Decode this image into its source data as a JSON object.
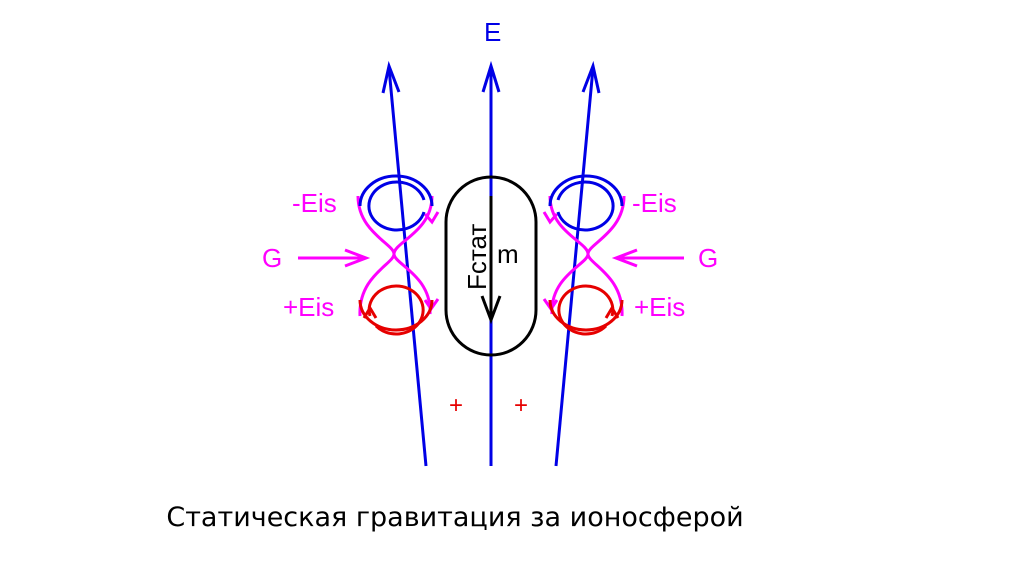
{
  "diagram": {
    "field_label": "E",
    "force_label": "Fстат",
    "mass_label": "m",
    "left": {
      "minus_label": "-Eis",
      "gravity_label": "G",
      "plus_label": "+Eis"
    },
    "right": {
      "minus_label": "-Eis",
      "gravity_label": "G",
      "plus_label": "+Eis"
    },
    "charges": [
      "+",
      "+"
    ],
    "caption": "Статическая гравитация за ионосферой"
  },
  "colors": {
    "field_lines": "#0000e6",
    "vortex_minus": "#0000e6",
    "vortex_plus": "#e60000",
    "figure_eight": "#ff00ff",
    "body": "#000000",
    "charges": "#e60000"
  }
}
